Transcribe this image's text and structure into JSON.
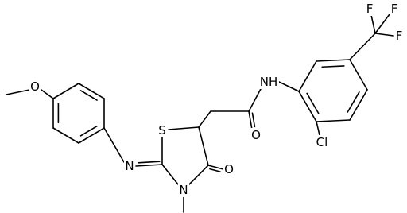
{
  "diagram": {
    "type": "chemical-structure",
    "atom_labels": {
      "o_methoxy": "O",
      "n_imine": "N",
      "s_ring": "S",
      "n_ring": "N",
      "o_carbonyl": "O",
      "o_amide": "O",
      "nh_amide": "NH",
      "cl": "Cl",
      "f1": "F",
      "f2": "F",
      "f3": "F"
    }
  }
}
